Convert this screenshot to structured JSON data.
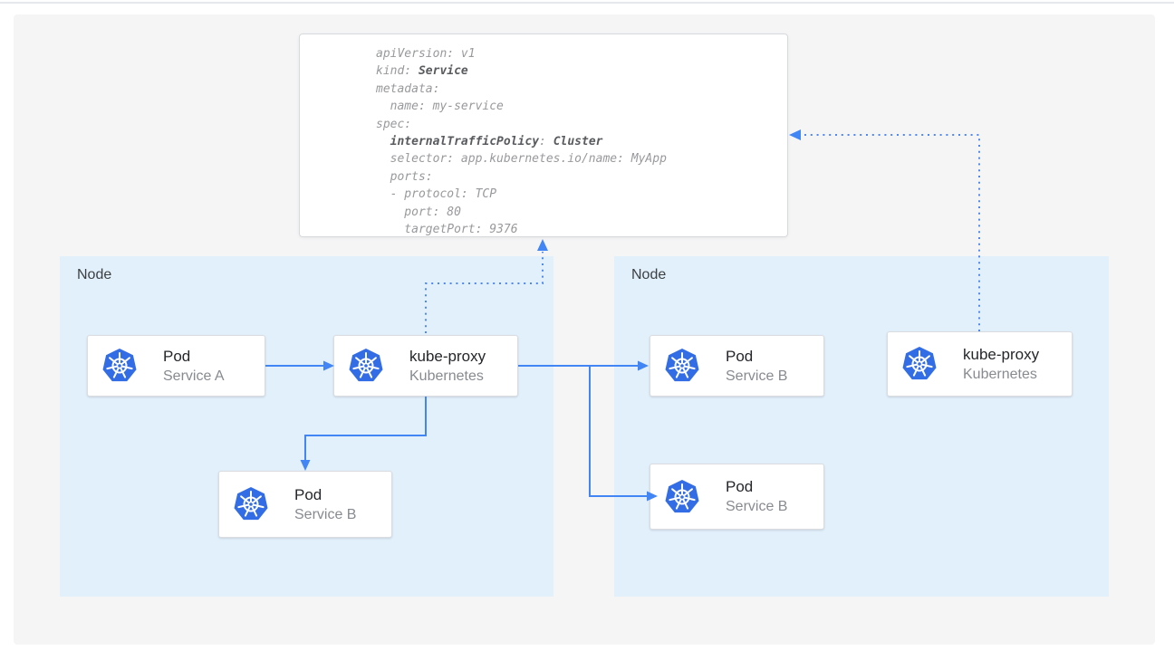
{
  "colors": {
    "accent_blue": "#4285f4",
    "kubernetes_blue": "#326de6",
    "node_fill": "#e2f0fc",
    "canvas_gray": "#f5f5f6"
  },
  "yaml_panel": {
    "lines": [
      {
        "a": "apiVersion: v1"
      },
      {
        "a": "kind: ",
        "b": "Service"
      },
      {
        "a": "metadata:"
      },
      {
        "a": "  name: my-service"
      },
      {
        "a": "spec:"
      },
      {
        "a": "  ",
        "b": "internalTrafficPolicy",
        "c": ": ",
        "d": "Cluster"
      },
      {
        "a": "  selector: app.kubernetes.io/name: MyApp"
      },
      {
        "a": "  ports:"
      },
      {
        "a": "  - protocol: TCP"
      },
      {
        "a": "    port: 80"
      },
      {
        "a": "    targetPort: 9376"
      }
    ]
  },
  "nodes": [
    {
      "label": "Node"
    },
    {
      "label": "Node"
    }
  ],
  "cards": [
    {
      "title": "Pod",
      "subtitle": "Service A"
    },
    {
      "title": "kube-proxy",
      "subtitle": "Kubernetes"
    },
    {
      "title": "Pod",
      "subtitle": "Service B"
    },
    {
      "title": "Pod",
      "subtitle": "Service B"
    },
    {
      "title": "Pod",
      "subtitle": "Service B"
    },
    {
      "title": "kube-proxy",
      "subtitle": "Kubernetes"
    }
  ]
}
